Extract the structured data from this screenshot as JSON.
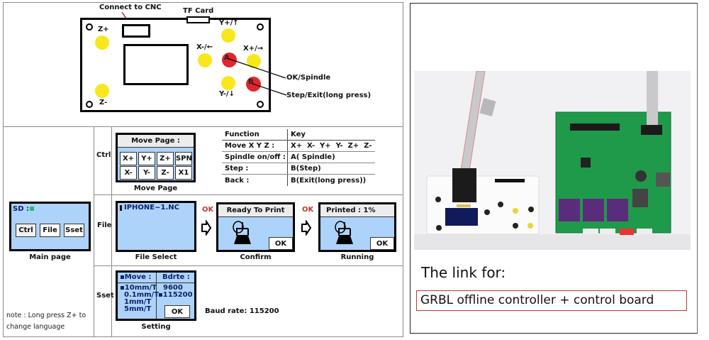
{
  "board_diagram": {
    "connect_label": "Connect to CNC",
    "tf_card_label": "TF Card",
    "buttons": {
      "z_plus": "Z+",
      "z_minus": "Z-",
      "y_plus": "Y+/↑",
      "y_minus": "Y-/↓",
      "x_minus": "X-/←",
      "x_plus": "X+/→",
      "a": "A",
      "b": "B"
    },
    "callouts": {
      "a": "OK/Spindle",
      "b": "Step/Exit(long press)"
    },
    "colors": {
      "yellow": "#f8e71c",
      "red": "#e0262d"
    }
  },
  "main_page": {
    "sd_label": "SD :",
    "buttons": [
      "Ctrl",
      "File",
      "Sset"
    ],
    "caption": "Main page",
    "note": "note : Long press Z+ to change language"
  },
  "ctrl": {
    "row_label": "Ctrl",
    "screen_title": "Move Page :",
    "keys": [
      "X+",
      "Y+",
      "Z+",
      "SPN",
      "X-",
      "Y-",
      "Z-",
      "X1"
    ],
    "caption": "Move Page",
    "function_table": {
      "headers": [
        "Function",
        "Key"
      ],
      "rows": [
        [
          "Move X Y Z :",
          "X+  X-  Y+  Y-  Z+  Z-"
        ],
        [
          "Spindle on/off :",
          "A( Spindle)"
        ],
        [
          "Step :",
          "B(Step)"
        ],
        [
          "Back :",
          "B(Exit(long press))"
        ]
      ]
    }
  },
  "file": {
    "row_label": "File",
    "file_name": "IPHONE~1.NC",
    "file_caption": "File Select",
    "ok_arrow_label": "OK",
    "confirm_title": "Ready To Print",
    "confirm_button": "OK",
    "confirm_caption": "Confirm",
    "running_title": "Printed : 1%",
    "running_button": "OK",
    "running_caption": "Running"
  },
  "sset": {
    "row_label": "Sset",
    "move_header": "Move :",
    "bdrte_header": "Bdrte :",
    "move_options": [
      "10mm/T",
      "0.1mm/T",
      "1mm/T",
      "5mm/T"
    ],
    "baud_options": [
      "9600",
      "115200"
    ],
    "ok_button": "OK",
    "caption": "Setting",
    "baud_rate_text": "Baud rate: 115200"
  },
  "right_panel": {
    "link_title": "The link for:",
    "link_text": "GRBL offline controller + control board",
    "photo_alt": "GRBL offline controller and green control board photo"
  }
}
